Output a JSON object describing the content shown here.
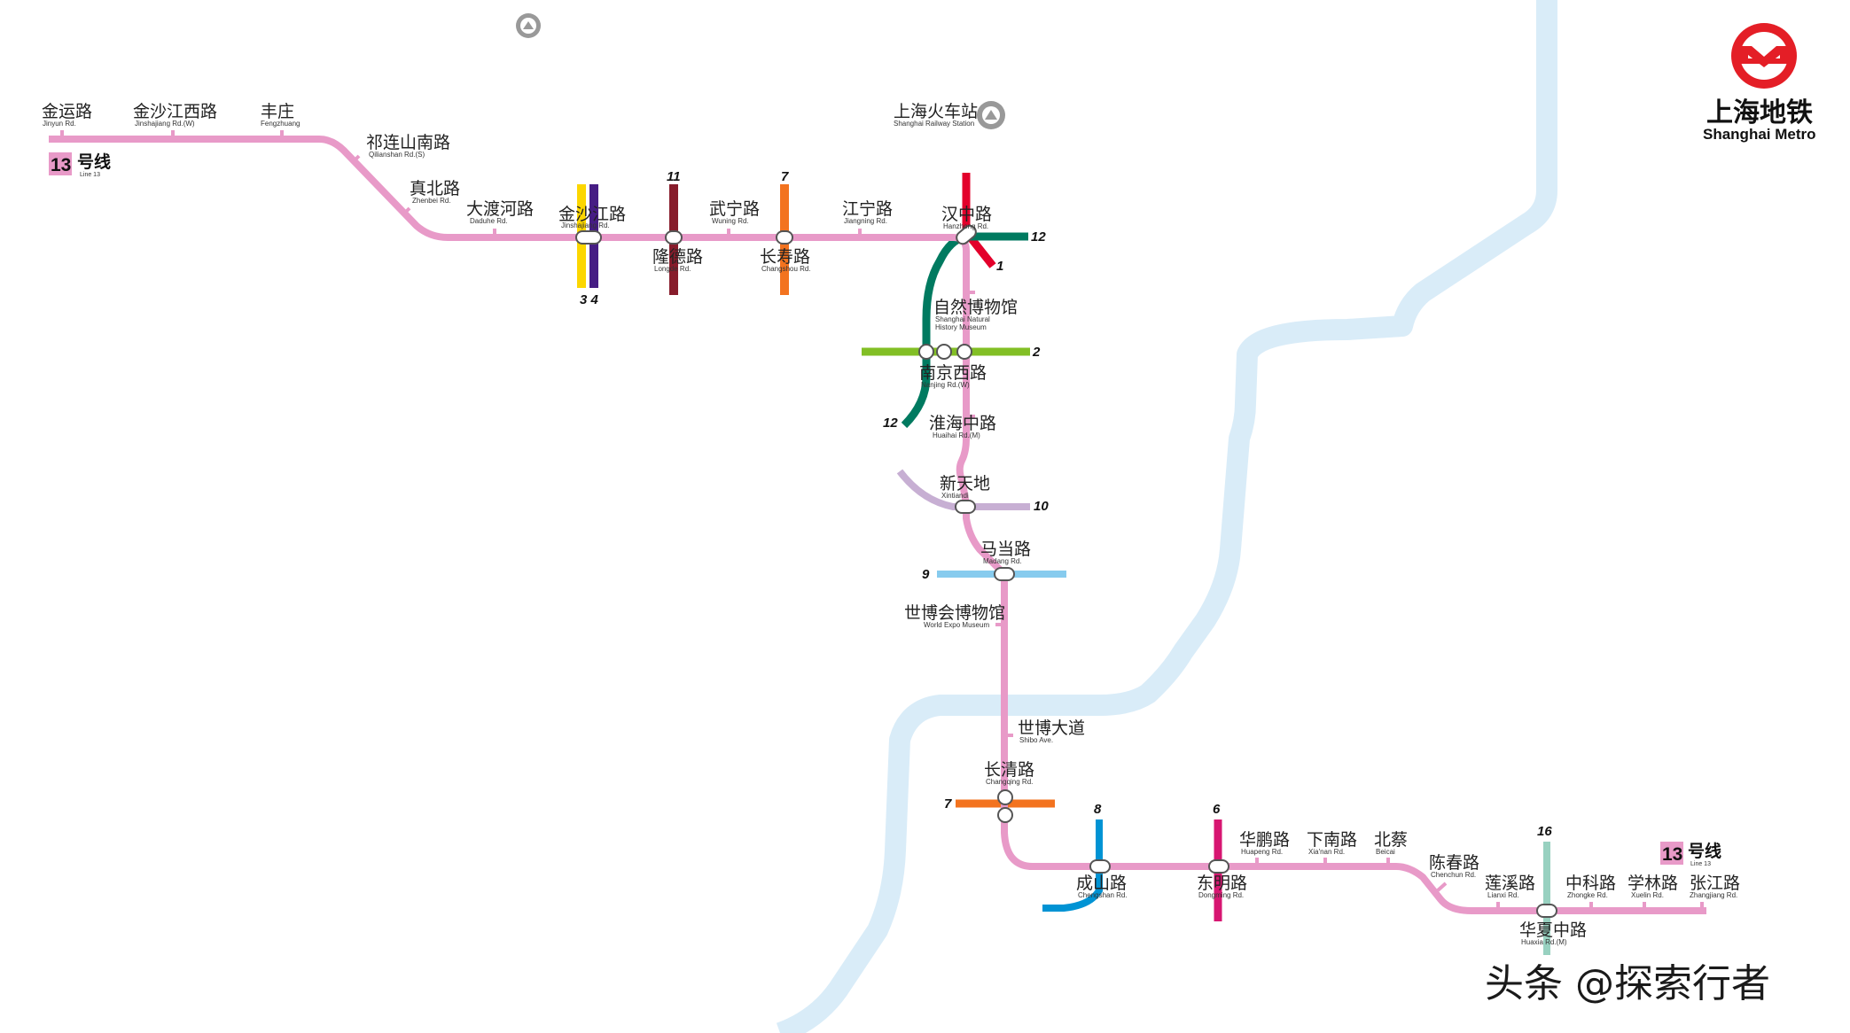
{
  "brand": {
    "name_cn": "上海地铁",
    "name_en": "Shanghai Metro",
    "logo_color": "#e41e26"
  },
  "line": {
    "number": "13",
    "name_cn": "号线",
    "name_en": "Line 13",
    "color": "#e89ac8"
  },
  "railway_station": {
    "name_cn": "上海火车站",
    "name_en": "Shanghai Railway Station"
  },
  "transfer_line_labels": {
    "l3_4": "3 4",
    "l11": "11",
    "l7_top": "7",
    "l12_east": "12",
    "l1": "1",
    "l2": "2",
    "l12_south": "12",
    "l10": "10",
    "l9": "9",
    "l7_bottom": "7",
    "l8": "8",
    "l6": "6",
    "l16": "16"
  },
  "transfer_line_colors": {
    "l1": "#e3002b",
    "l2": "#82bf25",
    "l3": "#fcd600",
    "l4": "#461d84",
    "l6": "#d71671",
    "l7": "#f3731f",
    "l8": "#0093d4",
    "l9": "#87cbee",
    "l10": "#c7afd3",
    "l11": "#871c2b",
    "l12": "#007a60",
    "l16": "#98d1c0"
  },
  "river_color": "#d9ecf8",
  "stations": {
    "jinyun": {
      "cn": "金运路",
      "en": "Jinyun Rd."
    },
    "jinshajiang_w": {
      "cn": "金沙江西路",
      "en": "Jinshajiang Rd.(W)"
    },
    "fengzhuang": {
      "cn": "丰庄",
      "en": "Fengzhuang"
    },
    "qilianshan": {
      "cn": "祁连山南路",
      "en": "Qilianshan Rd.(S)"
    },
    "zhenbei": {
      "cn": "真北路",
      "en": "Zhenbei Rd."
    },
    "daduhe": {
      "cn": "大渡河路",
      "en": "Daduhe Rd."
    },
    "jinshajiang": {
      "cn": "金沙江路",
      "en": "Jinshajiang Rd."
    },
    "longde": {
      "cn": "隆德路",
      "en": "Longde Rd."
    },
    "wuning": {
      "cn": "武宁路",
      "en": "Wuning Rd."
    },
    "changshou": {
      "cn": "长寿路",
      "en": "Changshou Rd."
    },
    "jiangning": {
      "cn": "江宁路",
      "en": "Jiangning Rd."
    },
    "hanzhong": {
      "cn": "汉中路",
      "en": "Hanzhong Rd."
    },
    "museum": {
      "cn": "自然博物馆",
      "en1": "Shanghai Natural",
      "en2": "History Museum"
    },
    "nanjing_w": {
      "cn": "南京西路",
      "en": "Nanjing Rd.(W)"
    },
    "huaihai": {
      "cn": "淮海中路",
      "en": "Huaihai Rd.(M)"
    },
    "xintiandi": {
      "cn": "新天地",
      "en": "Xintiandi"
    },
    "madang": {
      "cn": "马当路",
      "en": "Madang Rd."
    },
    "expo_museum": {
      "cn": "世博会博物馆",
      "en": "World Expo Museum"
    },
    "shibo": {
      "cn": "世博大道",
      "en": "Shibo Ave."
    },
    "changqing": {
      "cn": "长清路",
      "en": "Changqing Rd."
    },
    "chengshan": {
      "cn": "成山路",
      "en": "Chengshan Rd."
    },
    "dongming": {
      "cn": "东明路",
      "en": "Dongming Rd."
    },
    "huapeng": {
      "cn": "华鹏路",
      "en": "Huapeng Rd."
    },
    "xianan": {
      "cn": "下南路",
      "en": "Xia'nan Rd."
    },
    "beicai": {
      "cn": "北蔡",
      "en": "Beicai"
    },
    "chenchun": {
      "cn": "陈春路",
      "en": "Chenchun Rd."
    },
    "lianxi": {
      "cn": "莲溪路",
      "en": "Lianxi Rd."
    },
    "huaxia": {
      "cn": "华夏中路",
      "en": "Huaxia Rd.(M)"
    },
    "zhongke": {
      "cn": "中科路",
      "en": "Zhongke Rd."
    },
    "xuelin": {
      "cn": "学林路",
      "en": "Xuelin Rd."
    },
    "zhangjiang": {
      "cn": "张江路",
      "en": "Zhangjiang Rd."
    }
  },
  "watermark": "头条 @探索行者"
}
